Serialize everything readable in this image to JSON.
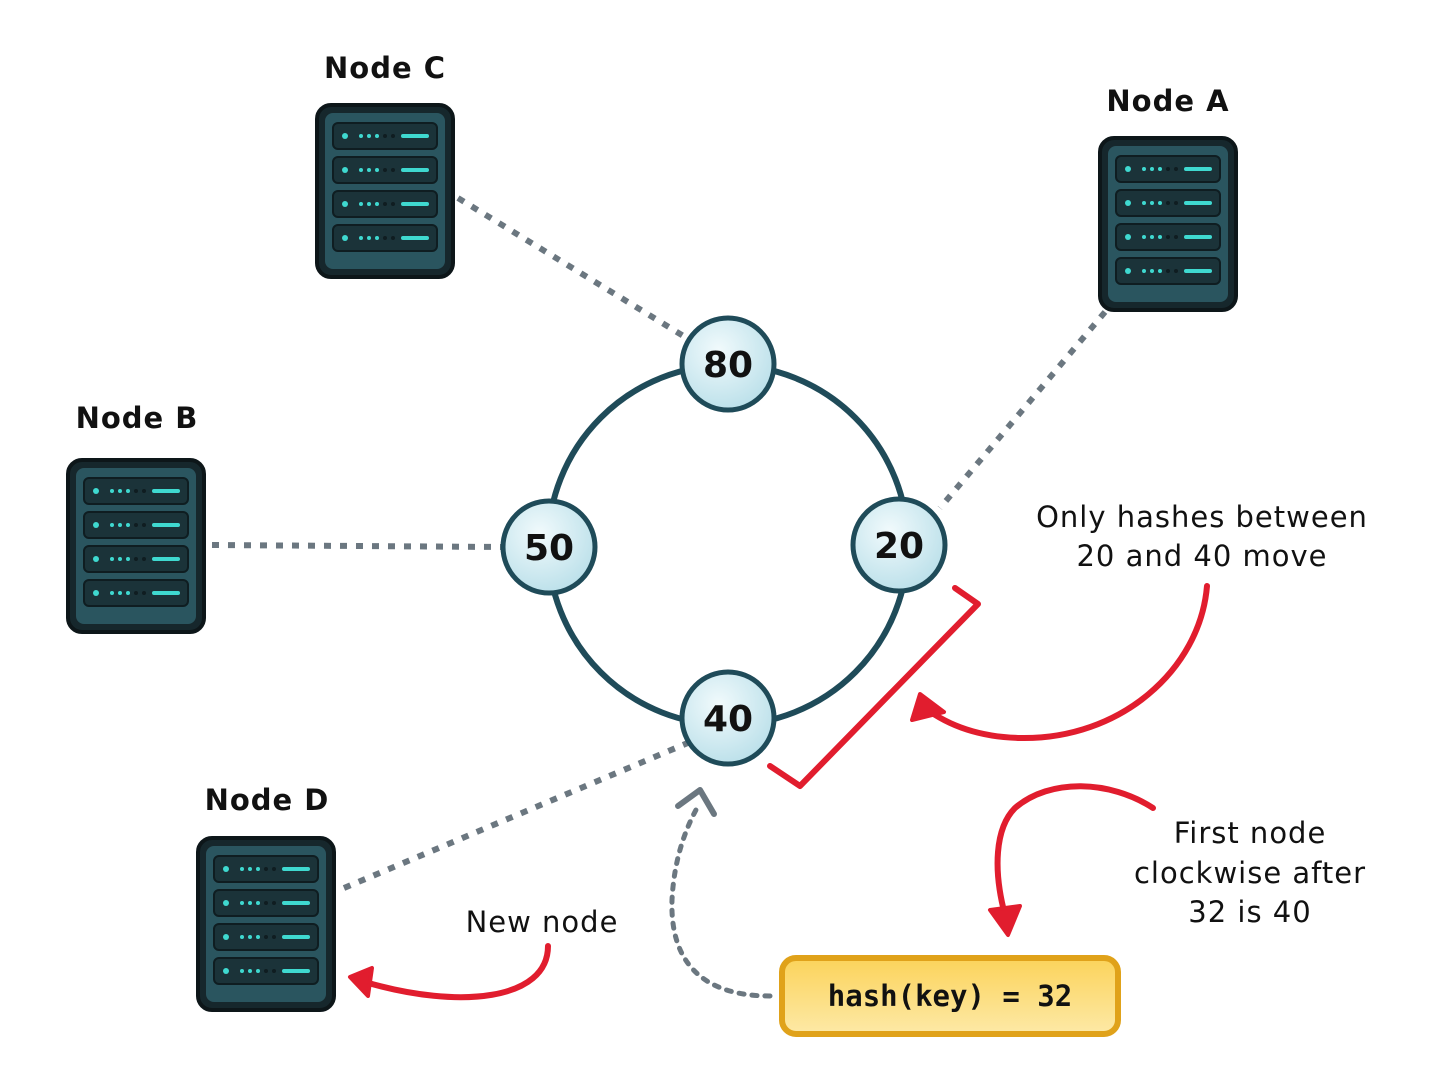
{
  "ring": {
    "positions": [
      {
        "id": "pos-80",
        "label": "80"
      },
      {
        "id": "pos-50",
        "label": "50"
      },
      {
        "id": "pos-20",
        "label": "20"
      },
      {
        "id": "pos-40",
        "label": "40"
      }
    ]
  },
  "nodes": {
    "node_c": {
      "label": "Node C"
    },
    "node_a": {
      "label": "Node A"
    },
    "node_b": {
      "label": "Node B"
    },
    "node_d": {
      "label": "Node D"
    }
  },
  "annotations": {
    "only_hashes": [
      "Only hashes between",
      "20 and 40 move"
    ],
    "first_node": [
      "First node",
      "clockwise after",
      "32 is 40"
    ],
    "new_node": "New node"
  },
  "hash_box": {
    "text": "hash(key) = 32"
  },
  "colors": {
    "ring": "#1f4b59",
    "server_body": "#2a555f",
    "server_dark": "#16272c",
    "led": "#3fd9d0",
    "position_fill": "#d5eef4",
    "dotted_line": "#6b7780",
    "red_arrow": "#e11d2e",
    "hash_fill": "#f6c12e",
    "hash_border": "#e0a21a"
  }
}
